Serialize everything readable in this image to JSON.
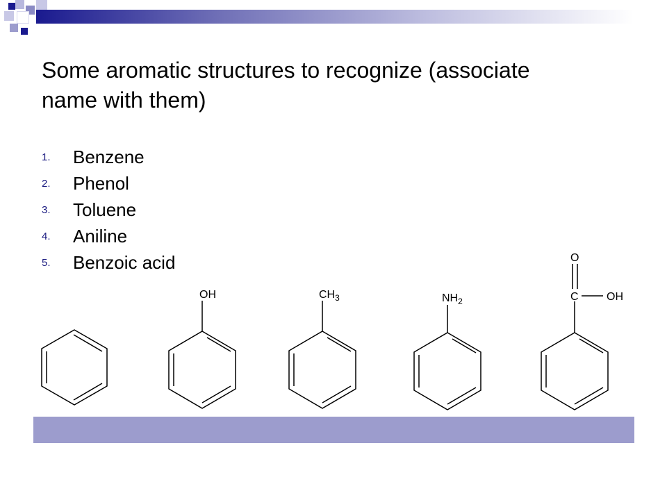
{
  "slide": {
    "title_line1": "Some aromatic structures to recognize (associate",
    "title_line2": "name with them)",
    "items": [
      {
        "number": "1.",
        "name": "Benzene"
      },
      {
        "number": "2.",
        "name": "Phenol"
      },
      {
        "number": "3.",
        "name": "Toluene"
      },
      {
        "number": "4.",
        "name": "Aniline"
      },
      {
        "number": "5.",
        "name": "Benzoic acid"
      }
    ]
  },
  "structures": {
    "phenol_group": "OH",
    "toluene_group_base": "CH",
    "toluene_group_sub": "3",
    "aniline_group_base": "NH",
    "aniline_group_sub": "2",
    "acid_oxygen": "O",
    "acid_carbon": "C",
    "acid_hydroxyl": "OH"
  },
  "colors": {
    "accent_dark": "#1a1a8f",
    "accent_light": "#9c9ccd",
    "list_number": "#1a1a80"
  }
}
